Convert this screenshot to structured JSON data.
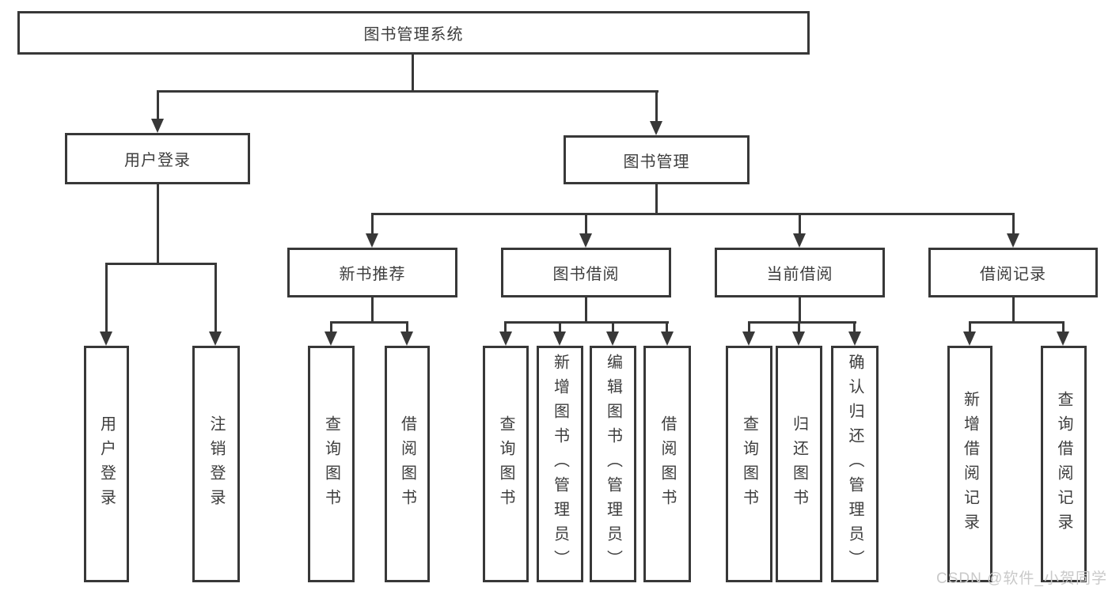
{
  "tree": {
    "root": "图书管理系统",
    "user_branch": {
      "label": "用户登录",
      "children": [
        "用户登录",
        "注销登录"
      ]
    },
    "book_branch": {
      "label": "图书管理",
      "groups": [
        {
          "label": "新书推荐",
          "children": [
            "查询图书",
            "借阅图书"
          ]
        },
        {
          "label": "图书借阅",
          "children": [
            "查询图书",
            "新增图书（管理员）",
            "编辑图书（管理员）",
            "借阅图书"
          ]
        },
        {
          "label": "当前借阅",
          "children": [
            "查询图书",
            "归还图书",
            "确认归还（管理员）"
          ]
        },
        {
          "label": "借阅记录",
          "children": [
            "新增借阅记录",
            "查询借阅记录"
          ]
        }
      ]
    }
  },
  "watermark": "CSDN @软件_小贺同学",
  "colors": {
    "line": "#383838",
    "text": "#3d3d3d",
    "watermark": "#c9c9c9",
    "background": "#ffffff"
  }
}
